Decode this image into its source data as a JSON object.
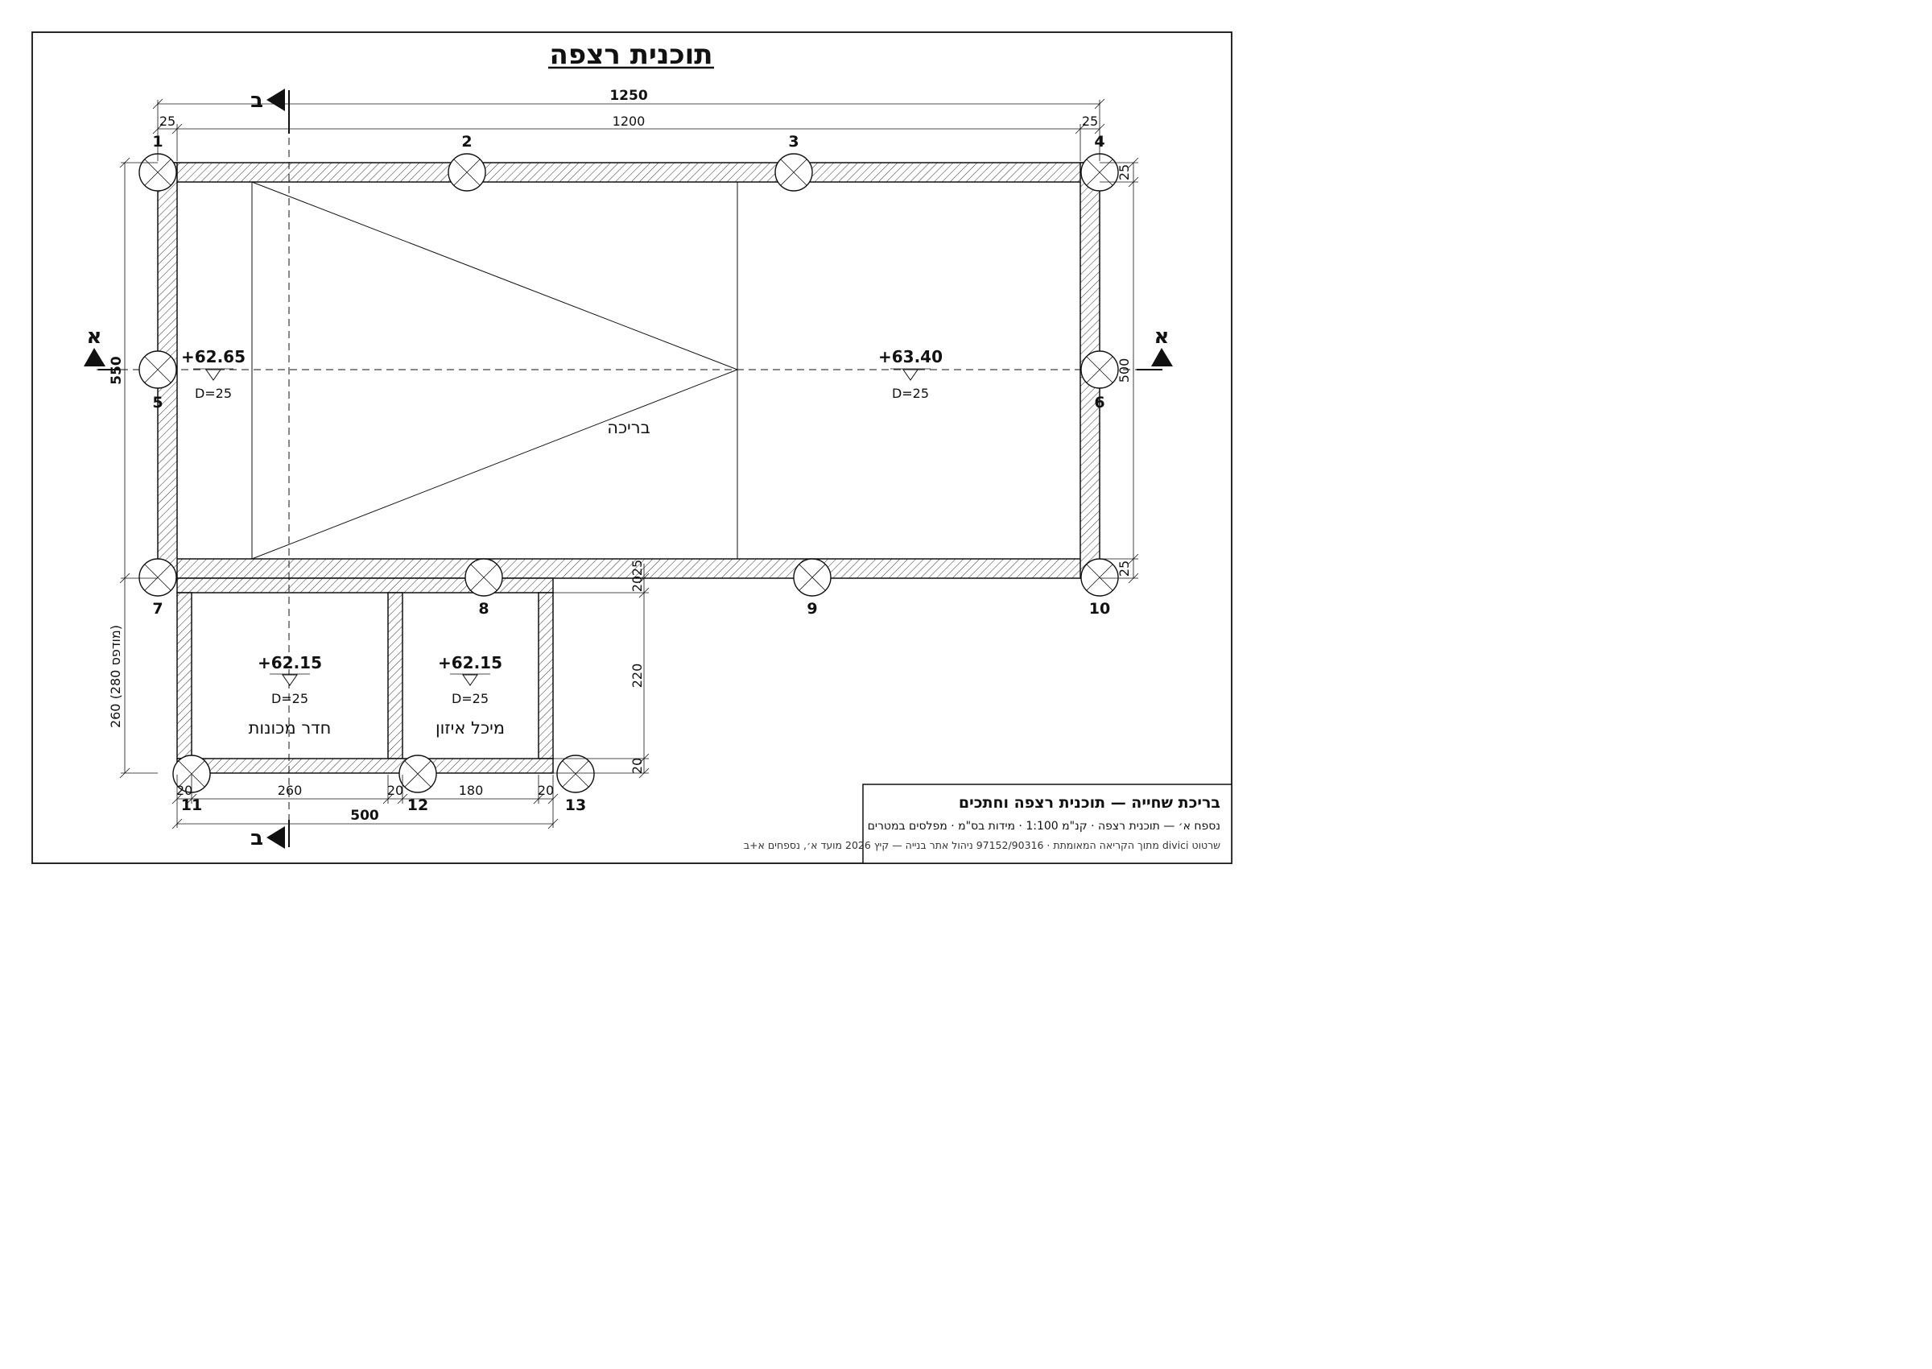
{
  "title": "תוכנית רצפה",
  "dimensions": {
    "overall": "1250",
    "inner": "1200",
    "left_wall": "25",
    "right_wall": "25",
    "height_left": "550",
    "height_right": "500",
    "right_top": "25",
    "right_bottom": "25",
    "annex_left": "260 (280 מודפס)",
    "annex_h": "220",
    "annex_t1": "20",
    "annex_t2": "25",
    "annex_bottom": "20",
    "annex_seg1": "20",
    "annex_seg2": "260",
    "annex_seg3": "20",
    "annex_seg4": "180",
    "annex_seg5": "20",
    "annex_total": "500"
  },
  "axes": [
    "1",
    "2",
    "3",
    "4",
    "5",
    "6",
    "7",
    "8",
    "9",
    "10",
    "11",
    "12",
    "13"
  ],
  "sections": {
    "a_left": "א",
    "a_right": "א",
    "b_top": "ב",
    "b_bottom": "ב"
  },
  "levels": [
    {
      "value": "+62.65",
      "depth": "D=25"
    },
    {
      "value": "+63.40",
      "depth": "D=25"
    },
    {
      "value": "+62.15",
      "depth": "D=25"
    },
    {
      "value": "+62.15",
      "depth": "D=25"
    }
  ],
  "rooms": {
    "pool": "בריכה",
    "machine_room": "חדר מכונות",
    "balance_tank": "מיכל איזון"
  },
  "title_block": {
    "project": "בריכת שחייה — תוכנית רצפה וחתכים",
    "sheet": "נספח א׳ — תוכנית רצפה · קנ\"מ 1:100 · מידות בס\"מ · מפלסים במטרים",
    "source": "מתוך הקריאה המאומתת · 97152/90316 ניהול אתר בנייה — קיץ 2026 מועד א׳, נספחים א+ב divici שרטוט"
  }
}
